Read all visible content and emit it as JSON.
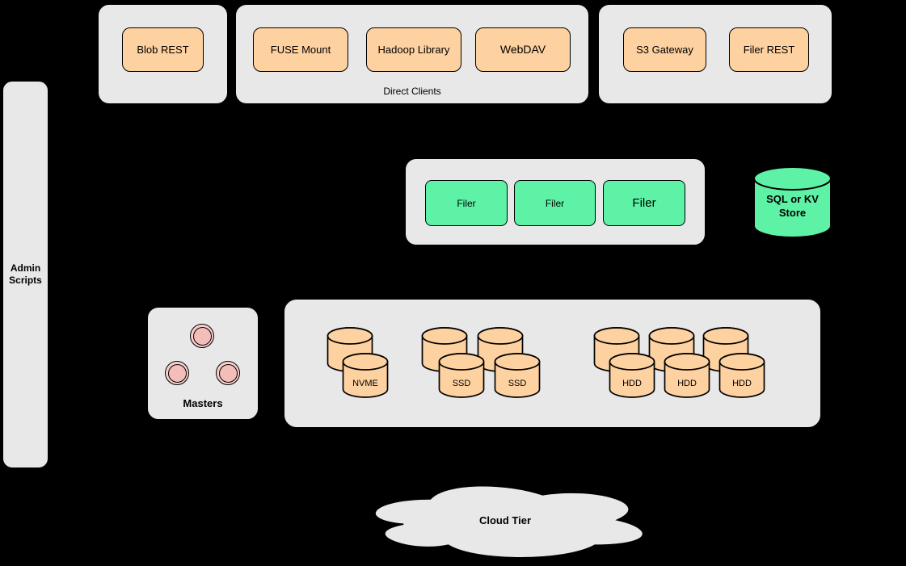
{
  "diagram": {
    "background": "#000000",
    "panel_color": "#e8e8e8",
    "client_node_color": "#fdd1a0",
    "filer_node_color": "#5df2a6",
    "master_node_color": "#f8cecc"
  },
  "clients": {
    "blob_group": {
      "nodes": [
        "Blob REST"
      ]
    },
    "direct_group": {
      "caption": "Direct Clients",
      "nodes": [
        "FUSE Mount",
        "Hadoop Library",
        "WebDAV"
      ]
    },
    "gateway_group": {
      "nodes": [
        "S3 Gateway",
        "Filer REST"
      ]
    }
  },
  "admin": {
    "label": "Admin Scripts"
  },
  "filers": {
    "nodes": [
      "Filer",
      "Filer",
      "Filer"
    ]
  },
  "store": {
    "label": "SQL or KV Store"
  },
  "masters": {
    "label": "Masters"
  },
  "volumes": {
    "nvme": {
      "labels": [
        "NVME"
      ]
    },
    "ssd": {
      "labels": [
        "SSD",
        "SSD"
      ]
    },
    "hdd": {
      "labels": [
        "HDD",
        "HDD",
        "HDD"
      ]
    }
  },
  "cloud": {
    "label": "Cloud Tier"
  }
}
